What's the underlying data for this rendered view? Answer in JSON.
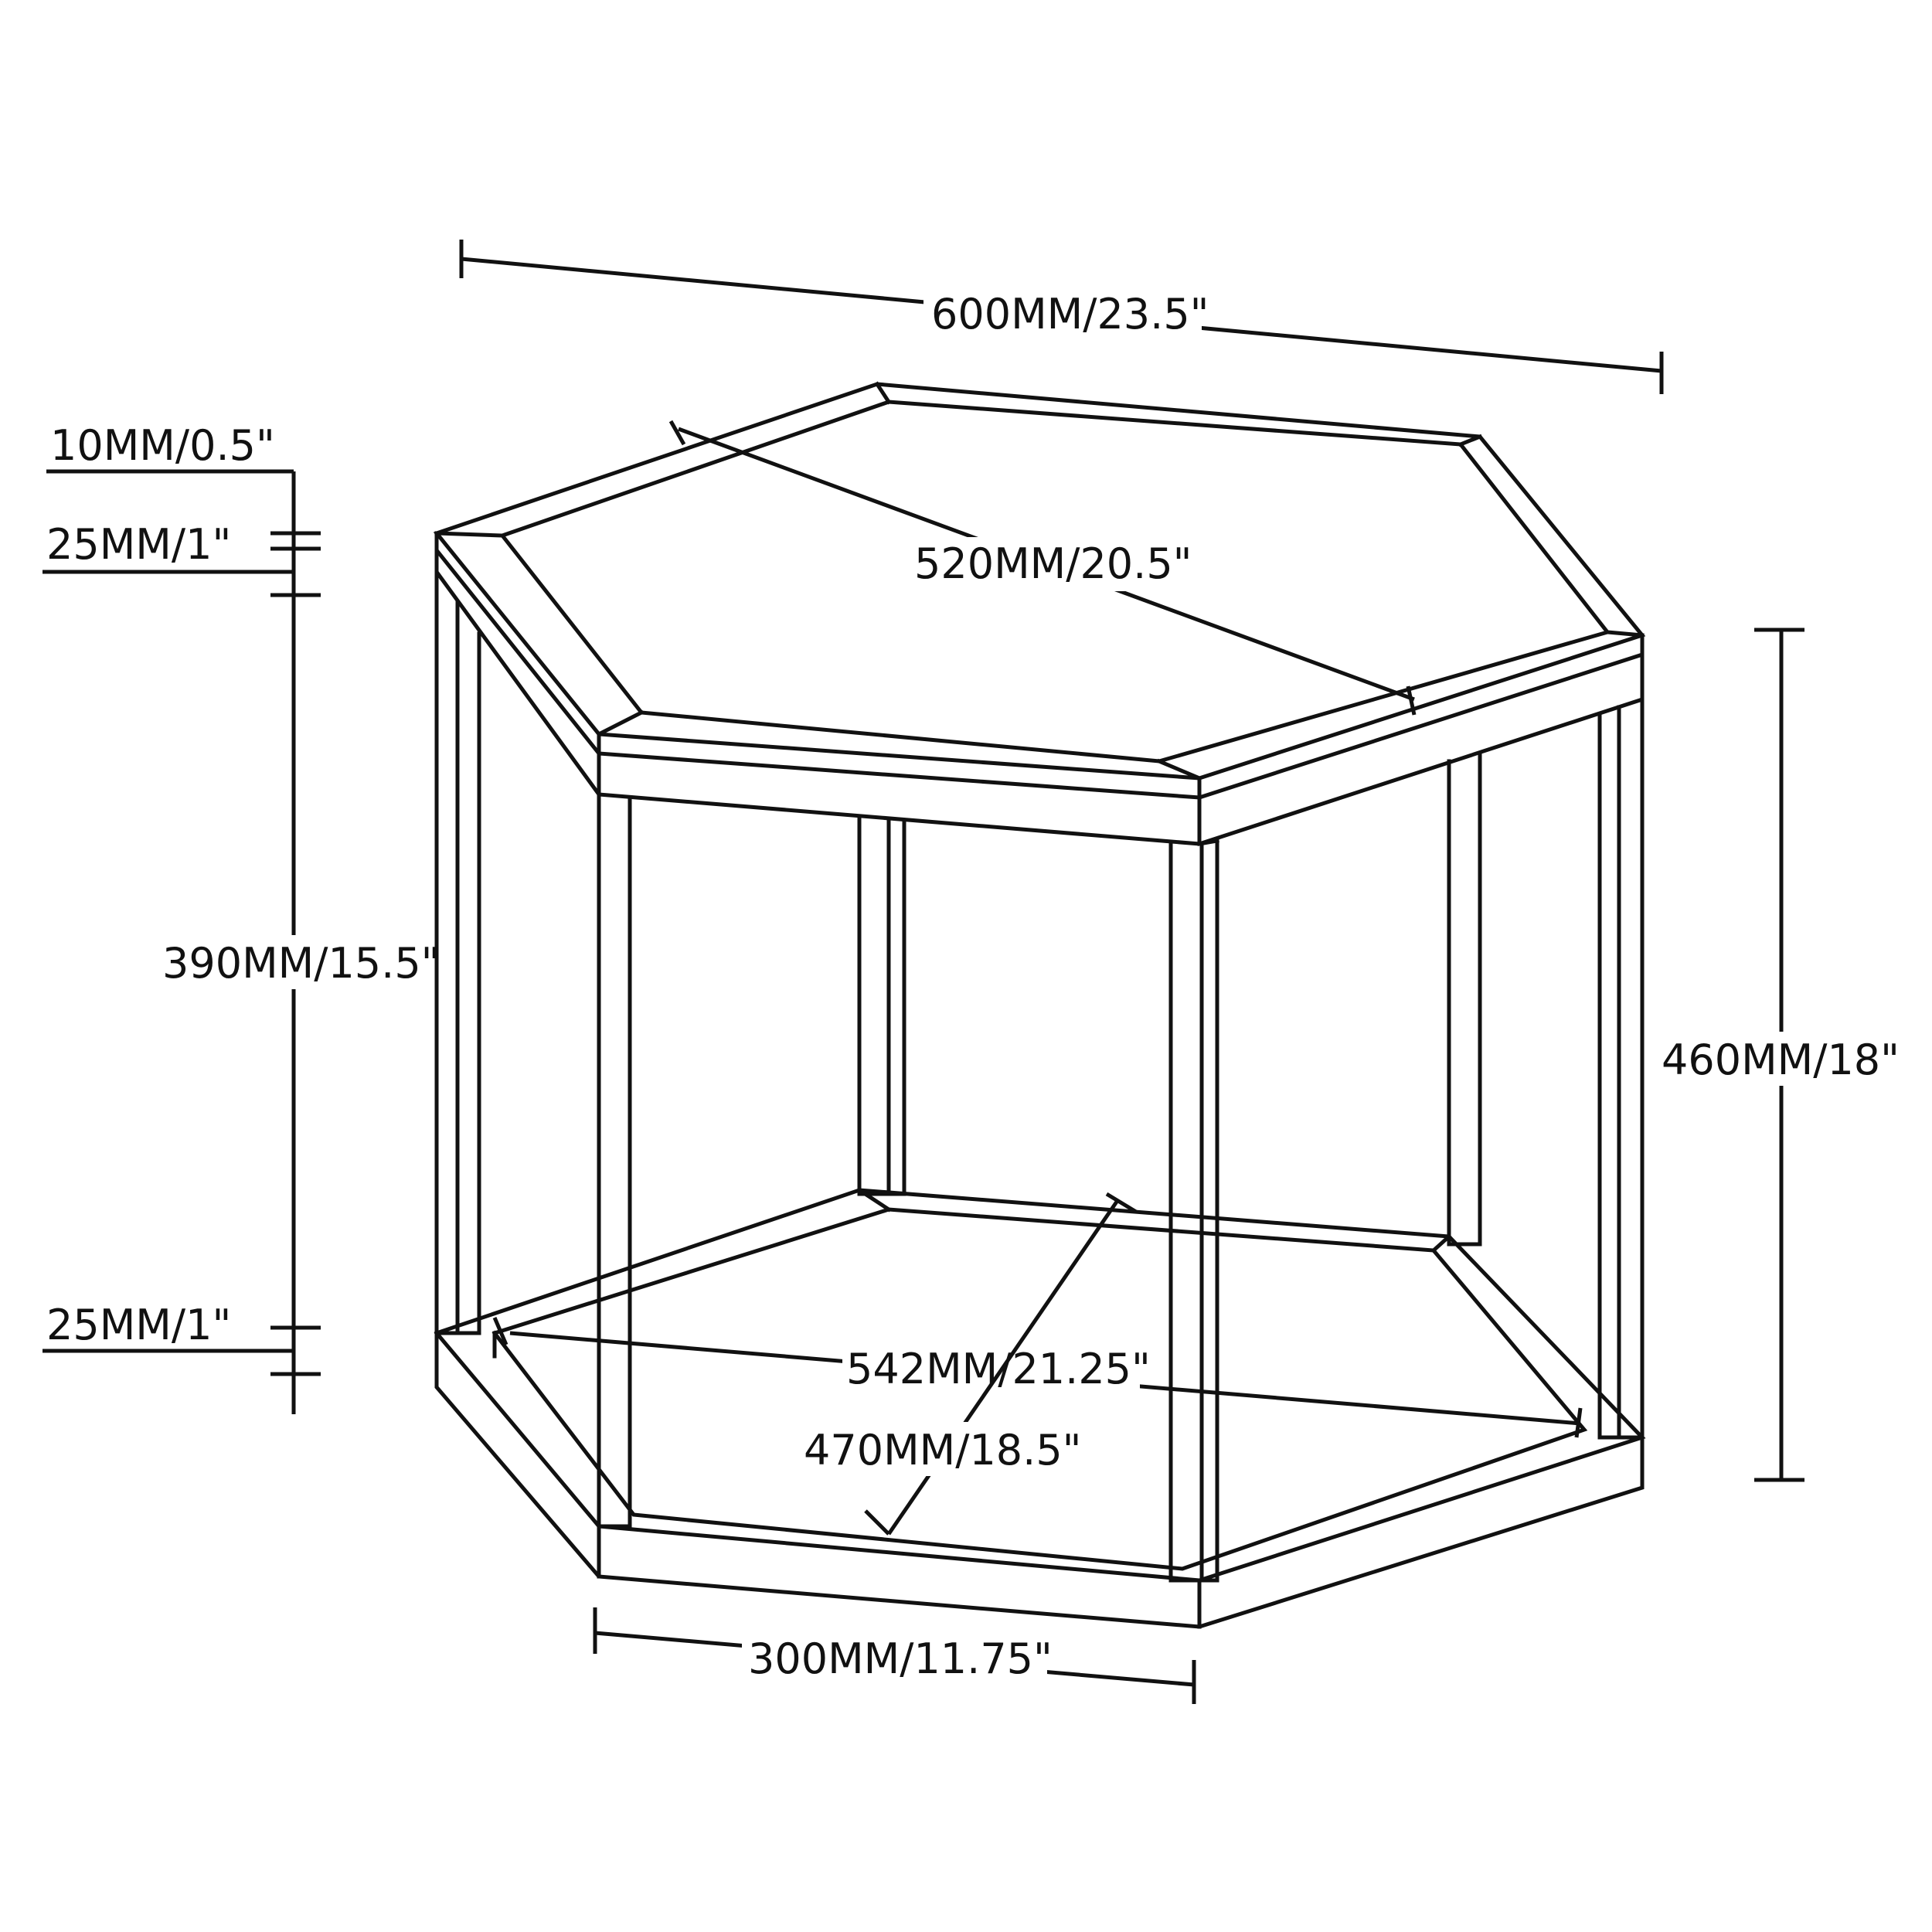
{
  "diagram": {
    "subject": "hexagonal side table",
    "line_color": "#111111",
    "background": "#ffffff",
    "dimensions": {
      "overall_width": "600MM/23.5\"",
      "top_inner_width": "520MM/20.5\"",
      "top_board": "10MM/0.5\"",
      "top_frame": "25MM/1\"",
      "leg_height": "390MM/15.5\"",
      "bottom_frame": "25MM/1\"",
      "total_height": "460MM/18\"",
      "bottom_diagonal": "542MM/21.25\"",
      "bottom_depth": "470MM/18.5\"",
      "side_length": "300MM/11.75\""
    }
  }
}
